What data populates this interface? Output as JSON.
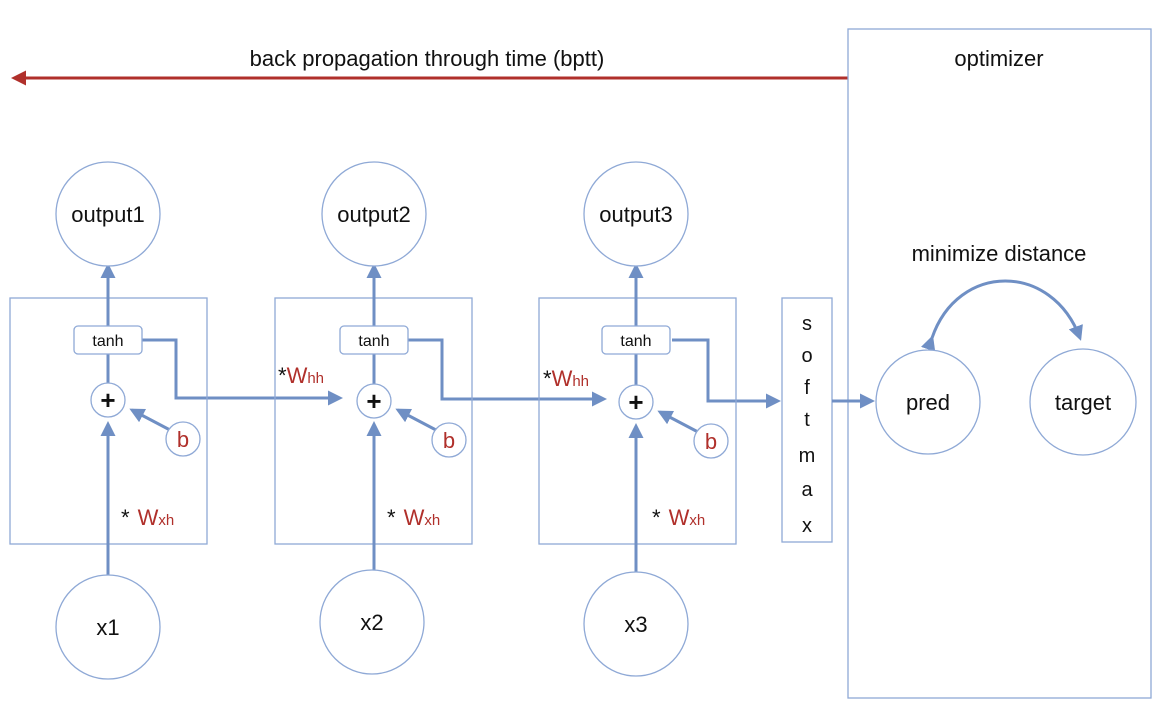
{
  "colors": {
    "accent": "#b0302b",
    "flow": "#6f8fc4",
    "box": "#8fa9d6"
  },
  "bptt": {
    "label": "back propagation through time (bptt)"
  },
  "optimizer": {
    "title": "optimizer",
    "objective": "minimize distance",
    "pred": "pred",
    "target": "target"
  },
  "softmax": {
    "letters": [
      "s",
      "o",
      "f",
      "t",
      "m",
      "a",
      "x"
    ]
  },
  "cells": [
    {
      "output": "output1",
      "input": "x1",
      "activation": "tanh",
      "bias": "b",
      "sum": "+",
      "input_weight_star": "*",
      "input_weight": "W",
      "input_weight_sub": "xh"
    },
    {
      "output": "output2",
      "input": "x2",
      "activation": "tanh",
      "bias": "b",
      "sum": "+",
      "input_weight_star": "*",
      "input_weight": "W",
      "input_weight_sub": "xh"
    },
    {
      "output": "output3",
      "input": "x3",
      "activation": "tanh",
      "bias": "b",
      "sum": "+",
      "input_weight_star": "*",
      "input_weight": "W",
      "input_weight_sub": "xh"
    }
  ],
  "recurrent_weights": [
    {
      "star": "*",
      "w": "W",
      "sub": "hh"
    },
    {
      "star": "*",
      "w": "W",
      "sub": "hh"
    }
  ]
}
